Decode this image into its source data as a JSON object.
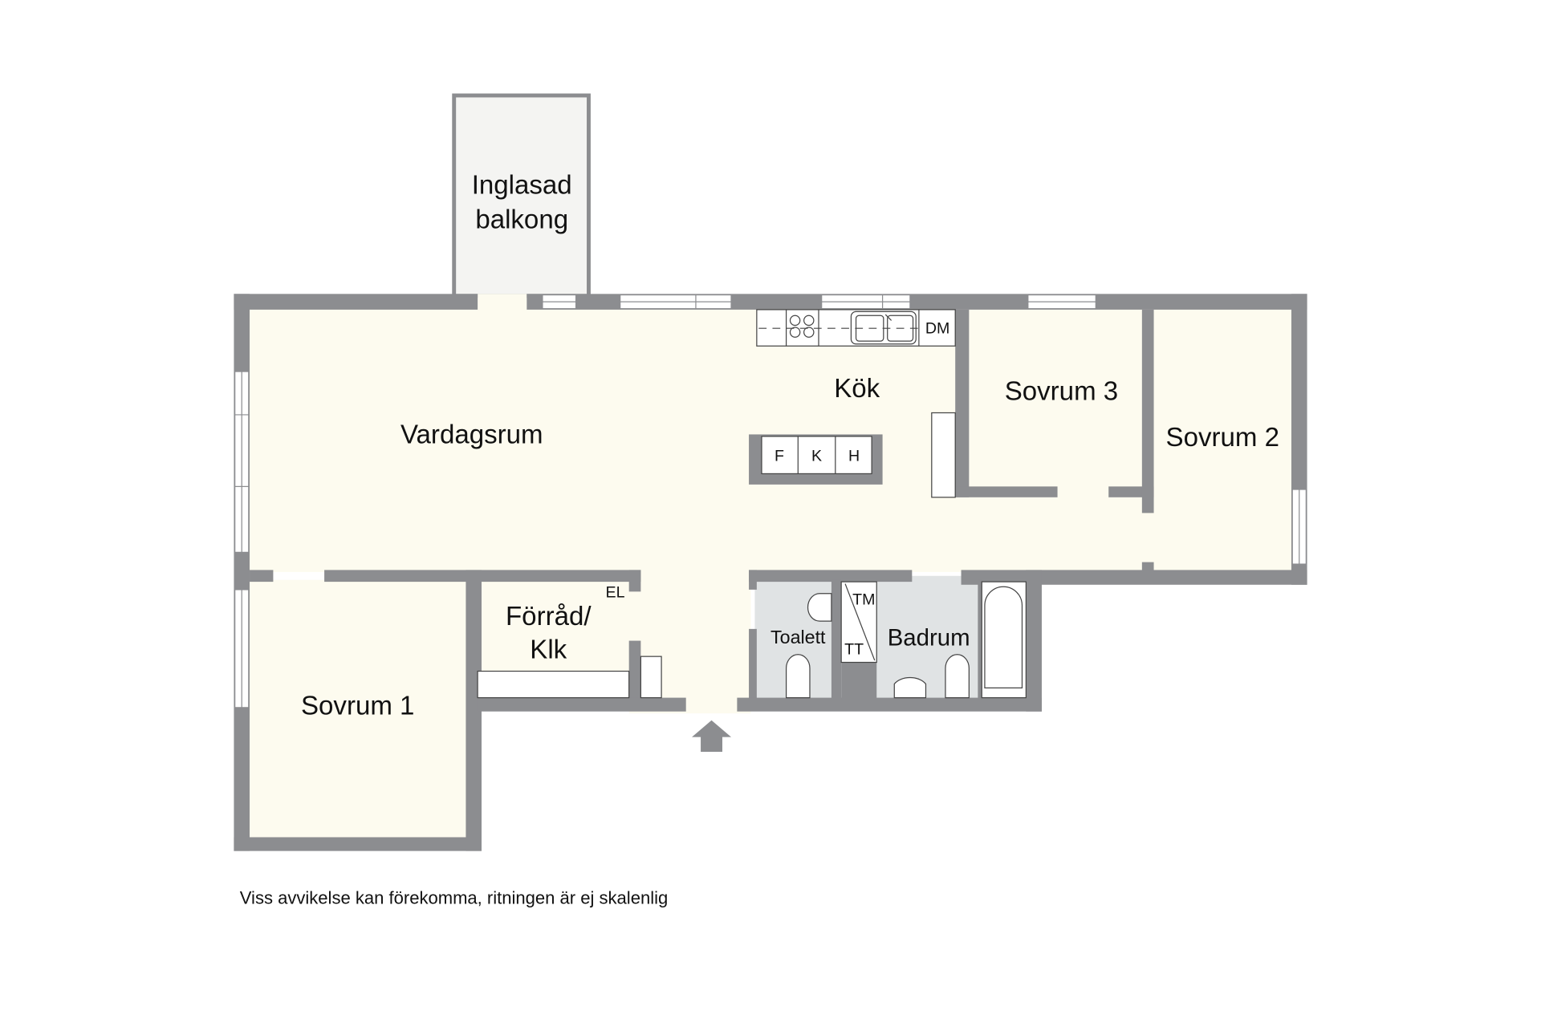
{
  "rooms": {
    "balcony": [
      "Inglasad",
      "balkong"
    ],
    "living": "Vardagsrum",
    "kitchen": "Kök",
    "bedroom3": "Sovrum 3",
    "bedroom2": "Sovrum 2",
    "bedroom1": "Sovrum 1",
    "storage": [
      "Förråd/",
      "Klk"
    ],
    "toilet": "Toalett",
    "bathroom": "Badrum"
  },
  "fixtures": {
    "dishwasher": "DM",
    "island": [
      "F",
      "K",
      "H"
    ],
    "electric": "EL",
    "washer": "TM",
    "dryer": "TT"
  },
  "footer_note": "Viss avvikelse kan förekomma, ritningen är ej skalenlig",
  "colors": {
    "wall": "#8c8d90",
    "floor": "#fdfbef",
    "wet": "#e0e3e4",
    "balcony": "#f4f4f2"
  }
}
